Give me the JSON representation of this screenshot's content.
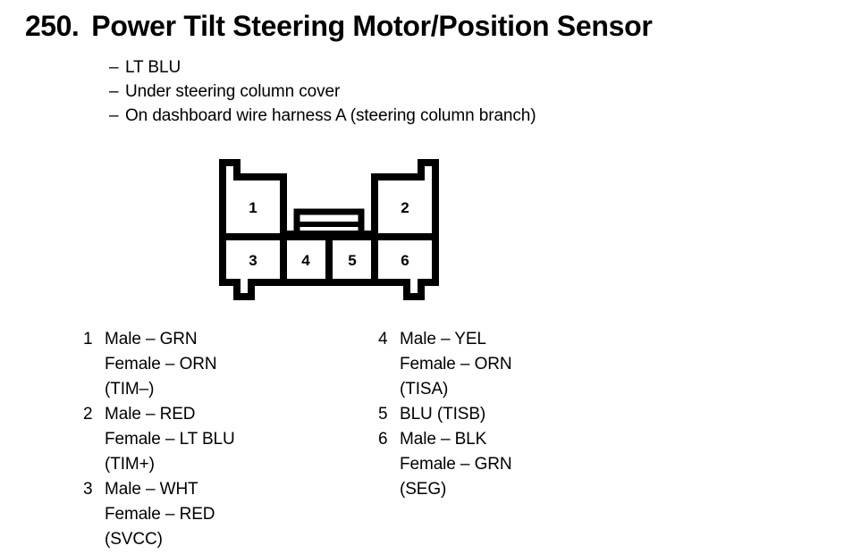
{
  "header": {
    "number": "250.",
    "title": "Power Tilt Steering Motor/Position Sensor",
    "dash": "–",
    "bullets": [
      "LT BLU",
      "Under steering column cover",
      "On dashboard wire harness A (steering column branch)"
    ]
  },
  "connector": {
    "name": "6-pin connector",
    "outline_color": "#000000",
    "fill_color": "#ffffff",
    "top_row_pins": [
      "1",
      "2"
    ],
    "bottom_row_pins": [
      "3",
      "4",
      "5",
      "6"
    ],
    "latch_tab": "center-latch-tab"
  },
  "legend": {
    "left": [
      {
        "pin": "1",
        "lines": [
          "Male – GRN",
          "Female – ORN",
          "(TIM–)"
        ]
      },
      {
        "pin": "2",
        "lines": [
          "Male – RED",
          "Female – LT BLU",
          "(TIM+)"
        ]
      },
      {
        "pin": "3",
        "lines": [
          "Male – WHT",
          "Female – RED",
          "(SVCC)"
        ]
      }
    ],
    "right": [
      {
        "pin": "4",
        "lines": [
          "Male – YEL",
          "Female – ORN",
          "(TISA)"
        ]
      },
      {
        "pin": "5",
        "lines": [
          "BLU (TISB)"
        ]
      },
      {
        "pin": "6",
        "lines": [
          "Male – BLK",
          "Female – GRN",
          "(SEG)"
        ]
      }
    ]
  }
}
